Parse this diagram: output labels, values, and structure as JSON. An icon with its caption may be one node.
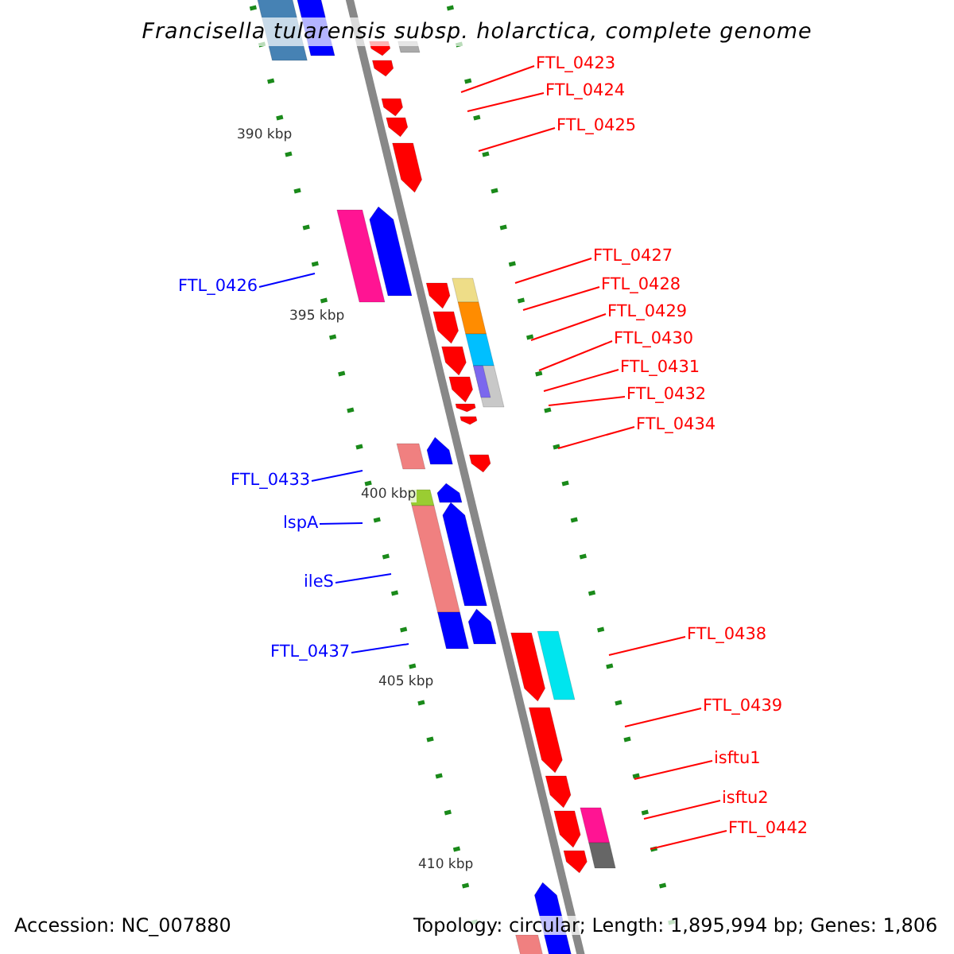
{
  "diagram": {
    "title": "Francisella tularensis subsp. holarctica, complete genome",
    "nodes": [
      {
        "text": [
          "FTL_0423"
        ]
      },
      {
        "text": [
          "FTL_0424"
        ]
      },
      {
        "text": [
          "FTL_0425"
        ]
      },
      {
        "text": [
          "FTL_0427"
        ]
      },
      {
        "text": [
          "FTL_0426"
        ]
      },
      {
        "text": [
          "FTL_0428"
        ]
      },
      {
        "text": [
          "FTL_0429"
        ]
      },
      {
        "text": [
          "FTL_0430"
        ]
      },
      {
        "text": [
          "FTL_0431"
        ]
      },
      {
        "text": [
          "FTL_0432"
        ]
      },
      {
        "text": [
          "FTL_0434"
        ]
      },
      {
        "text": [
          "FTL_0433"
        ]
      },
      {
        "text": [
          "lspA"
        ]
      },
      {
        "text": [
          "ileS"
        ]
      },
      {
        "text": [
          "FTL_0438"
        ]
      },
      {
        "text": [
          "FTL_0437"
        ]
      },
      {
        "text": [
          "FTL_0439"
        ]
      },
      {
        "text": [
          "isftu1"
        ]
      },
      {
        "text": [
          "isftu2"
        ]
      },
      {
        "text": [
          "FTL_0442"
        ]
      }
    ],
    "edges": [
      {
        "from": 0,
        "to": null,
        "arrow": "none"
      },
      {
        "from": 1,
        "to": null,
        "arrow": "none"
      },
      {
        "from": 2,
        "to": null,
        "arrow": "none"
      },
      {
        "from": 3,
        "to": null,
        "arrow": "none"
      },
      {
        "from": 4,
        "to": null,
        "arrow": "none",
        "color": "#0000ff"
      },
      {
        "from": 5,
        "to": null,
        "arrow": "none"
      },
      {
        "from": 6,
        "to": null,
        "arrow": "none"
      },
      {
        "from": 7,
        "to": null,
        "arrow": "none"
      },
      {
        "from": 8,
        "to": null,
        "arrow": "none"
      },
      {
        "from": 9,
        "to": null,
        "arrow": "none"
      },
      {
        "from": 10,
        "to": null,
        "arrow": "none"
      },
      {
        "from": 11,
        "to": null,
        "arrow": "none",
        "color": "#0000ff"
      },
      {
        "from": 12,
        "to": null,
        "arrow": "none",
        "color": "#0000ff"
      },
      {
        "from": 13,
        "to": null,
        "arrow": "none",
        "color": "#0000ff"
      },
      {
        "from": 14,
        "to": null,
        "arrow": "none"
      },
      {
        "from": 15,
        "to": null,
        "arrow": "none",
        "color": "#0000ff"
      },
      {
        "from": 16,
        "to": null,
        "arrow": "none"
      },
      {
        "from": 17,
        "to": null,
        "arrow": "none"
      },
      {
        "from": 18,
        "to": null,
        "arrow": "none"
      },
      {
        "from": 19,
        "to": null,
        "arrow": "none"
      }
    ],
    "labels": [
      "390 kbp",
      "395 kbp",
      "400 kbp",
      "405 kbp",
      "410 kbp",
      "Accession: NC_007880",
      "Topology: circular; Length: 1,895,994 bp; Genes: 1,806"
    ]
  }
}
